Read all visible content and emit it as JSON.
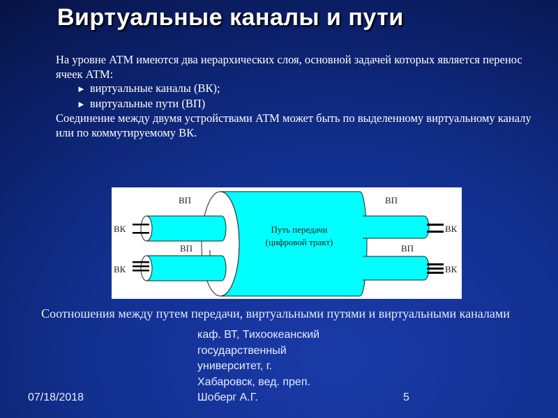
{
  "title": "Виртуальные каналы и пути",
  "body": {
    "intro": "На уровне АТМ имеются два иерархических слоя, основной задачей которых является перенос ячеек АТМ:",
    "bullets": [
      "виртуальные каналы (ВК);",
      "виртуальные пути (ВП)"
    ],
    "bullet_glyph": "►",
    "conclusion": "Соединение между двумя устройствами АТМ может быть по выделенному виртуальному каналу или по коммутируемому ВК."
  },
  "diagram": {
    "path_label_1": "Путь передачи",
    "path_label_2": "(цифровой тракт)",
    "vp": "ВП",
    "vk": "ВК",
    "colors": {
      "tube": "#00ffff",
      "box": "#ffffff"
    }
  },
  "caption": "Соотношения между путем передачи, виртуальными путями и виртуальными каналами",
  "footer": {
    "institution": [
      "каф. ВТ, Тихоокеанский",
      "государственный",
      "университет, г.",
      "Хабаровск, вед. преп.",
      "Шоберг А.Г."
    ],
    "date": "07/18/2018",
    "page": "5"
  }
}
